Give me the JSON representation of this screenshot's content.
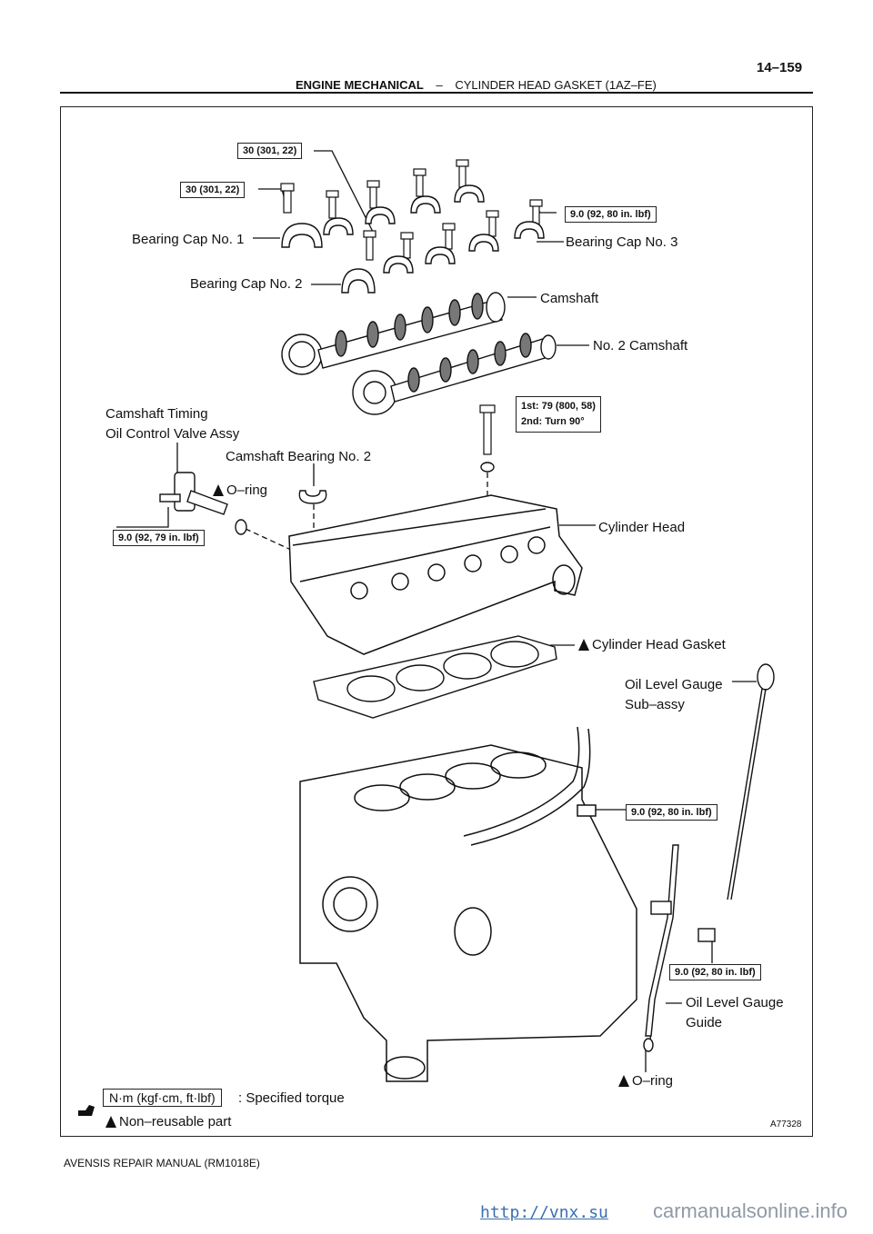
{
  "header": {
    "section_bold": "ENGINE MECHANICAL",
    "separator": "–",
    "section_title": "CYLINDER HEAD GASKET (1AZ–FE)",
    "page_number": "14–159"
  },
  "figure": {
    "figure_id": "A77328",
    "labels": {
      "bearing_cap_1": "Bearing Cap No. 1",
      "bearing_cap_2": "Bearing Cap No. 2",
      "bearing_cap_3": "Bearing Cap No. 3",
      "camshaft": "Camshaft",
      "no2_camshaft": "No. 2 Camshaft",
      "ocv_line1": "Camshaft Timing",
      "ocv_line2": "Oil Control Valve Assy",
      "cam_bearing_2": "Camshaft Bearing No. 2",
      "oring_top": "O–ring",
      "cylinder_head": "Cylinder Head",
      "head_gasket": "Cylinder Head Gasket",
      "gauge_line1": "Oil Level Gauge",
      "gauge_line2": "Sub–assy",
      "guide_line1": "Oil Level Gauge",
      "guide_line2": "Guide",
      "oring_bottom": "O–ring"
    },
    "torques": {
      "t_cap_top": "30 (301, 22)",
      "t_cap_left": "30 (301, 22)",
      "t_cap3": "9.0 (92, 80 in. lbf)",
      "t_head_1": "1st: 79 (800, 58)",
      "t_head_2": "2nd: Turn 90°",
      "t_ocv": "9.0 (92, 79 in. lbf)",
      "t_pipe": "9.0 (92, 80 in. lbf)",
      "t_guide": "9.0 (92, 80 in. lbf)"
    },
    "legend": {
      "unit_box": "N·m (kgf·cm, ft·lbf)",
      "unit_text": ": Specified torque",
      "nonreusable": "Non–reusable part"
    }
  },
  "footer": {
    "manual": "AVENSIS REPAIR MANUAL   (RM1018E)"
  },
  "watermark": {
    "link": "http://vnx.su",
    "site": "carmanualsonline.info"
  }
}
